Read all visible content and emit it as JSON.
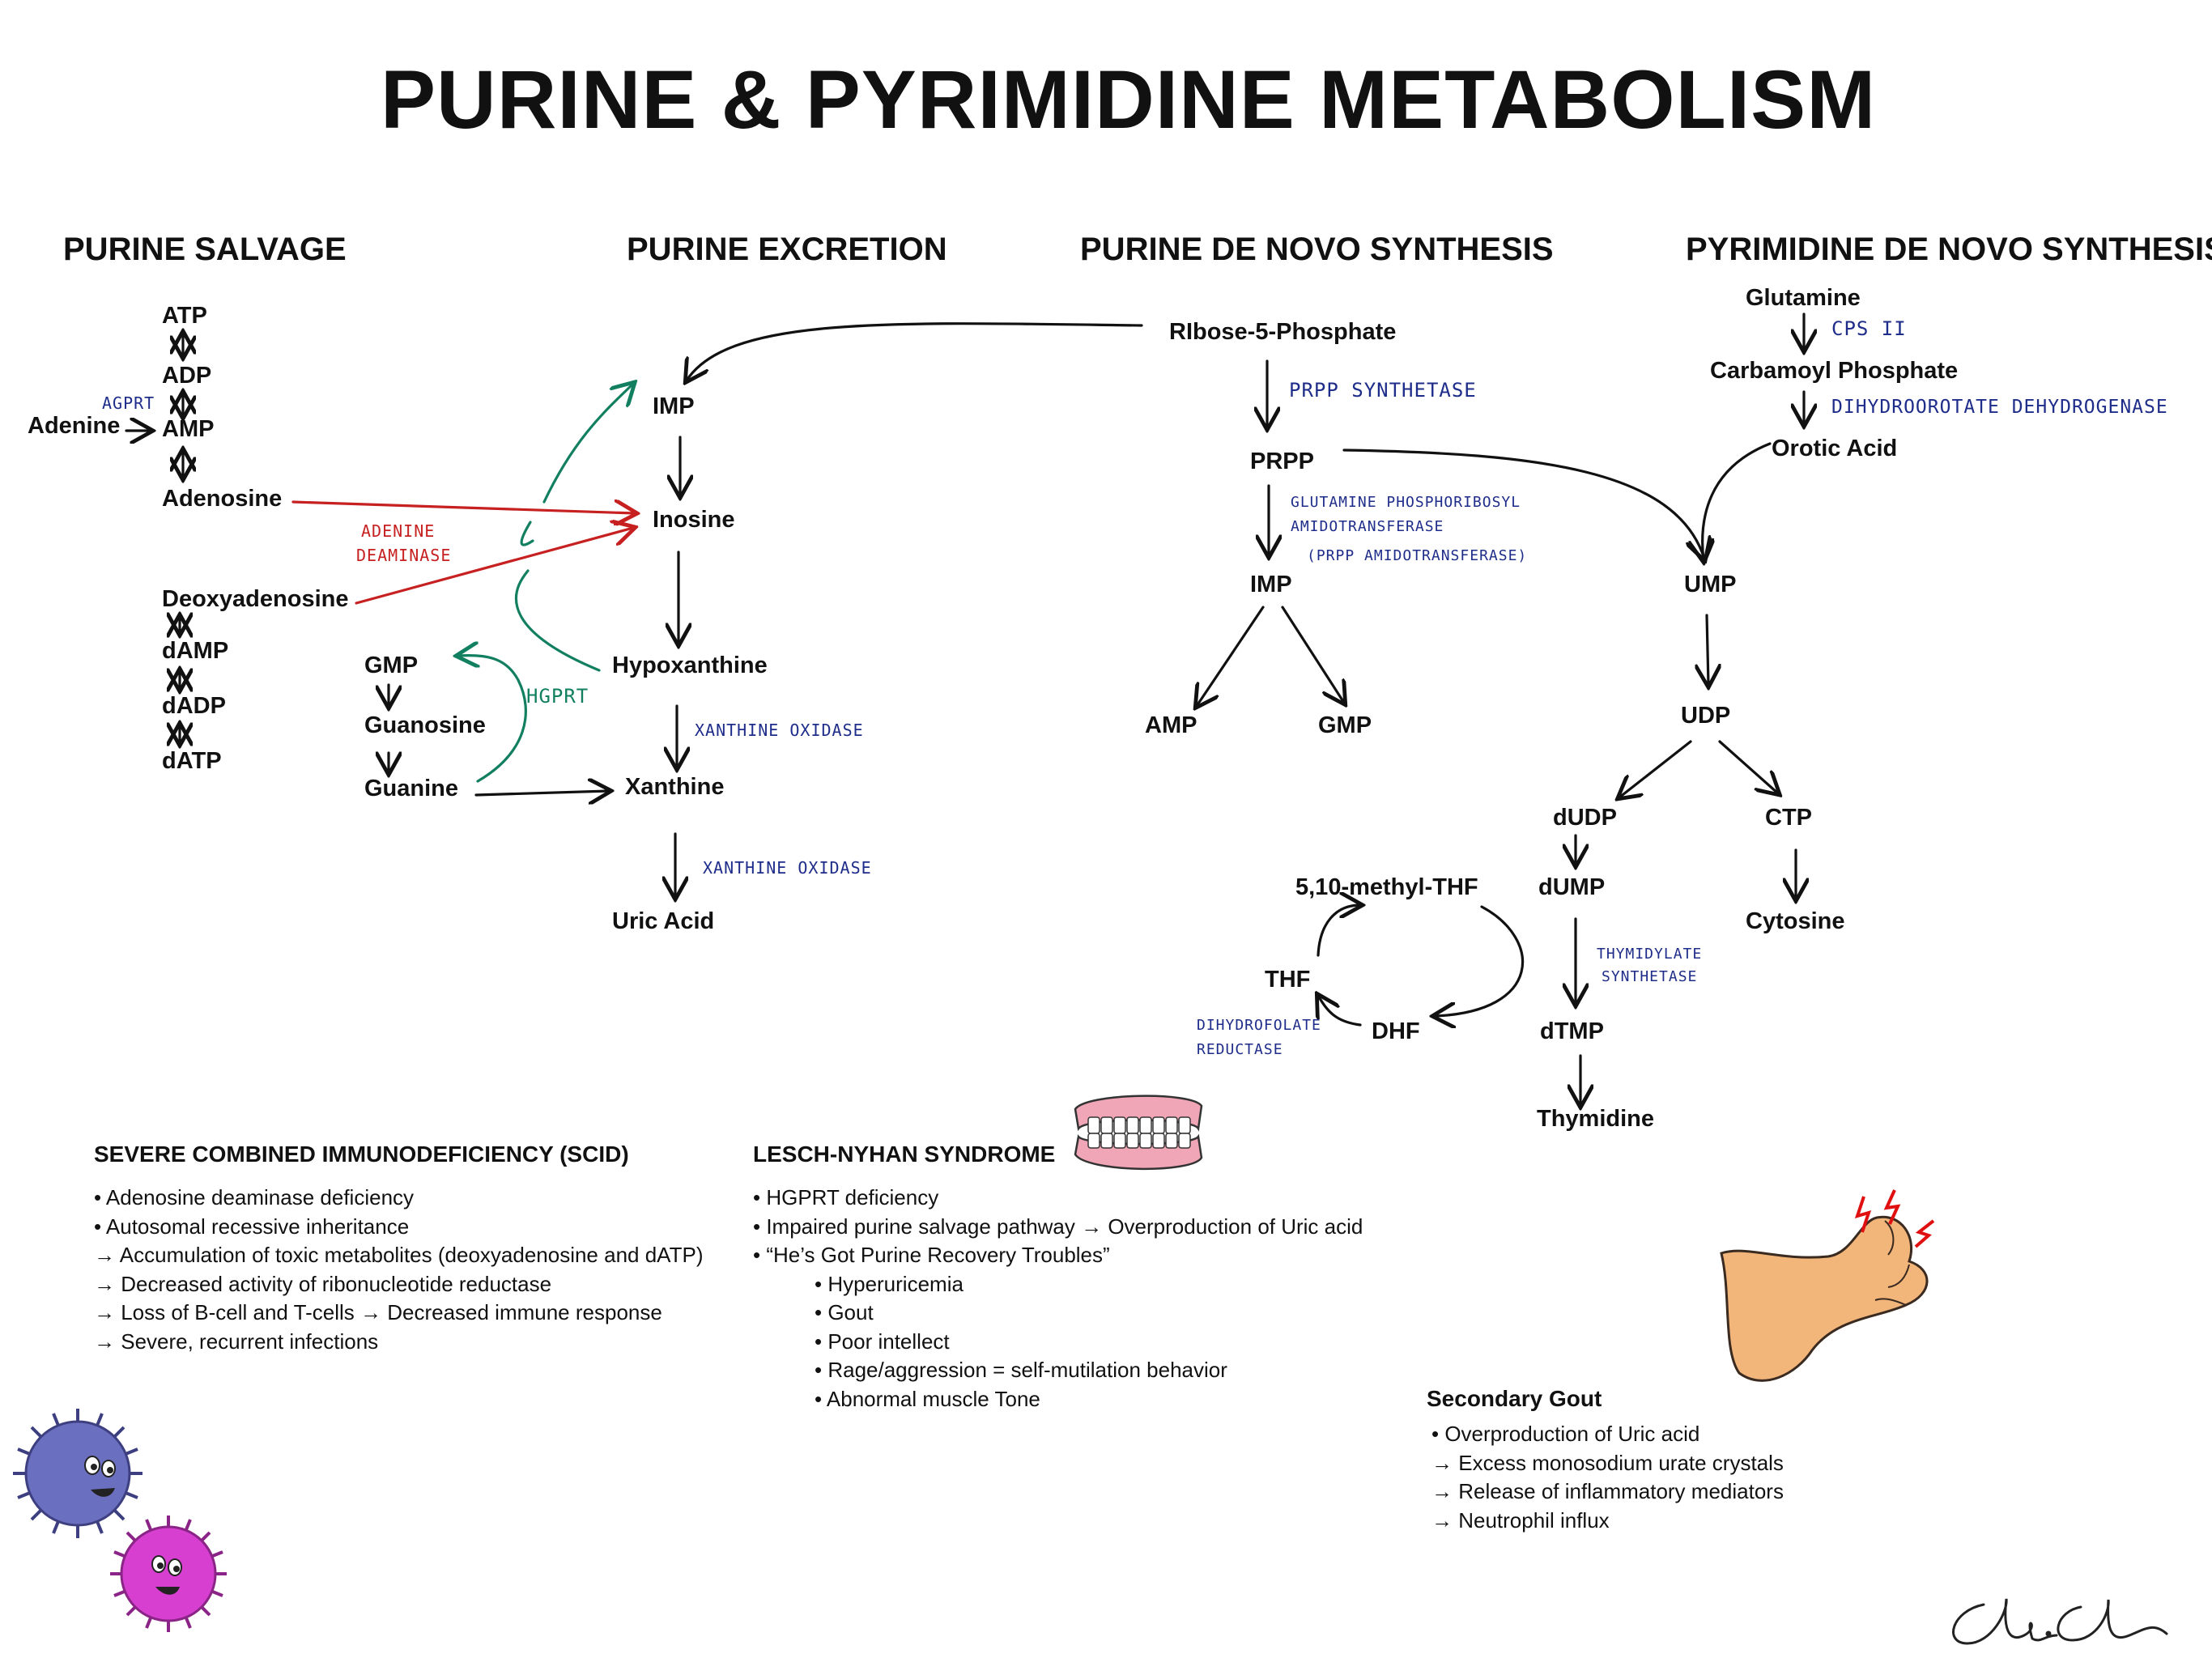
{
  "title": "PURINE & PYRIMIDINE METABOLISM",
  "sections": {
    "purine_salvage": "PURINE SALVAGE",
    "purine_excretion": "PURINE EXCRETION",
    "purine_de_novo": "PURINE DE NOVO SYNTHESIS",
    "pyrimidine_de_novo": "PYRIMIDINE DE NOVO SYNTHESIS"
  },
  "salvage": {
    "atp": "ATP",
    "adp": "ADP",
    "amp": "AMP",
    "adenine": "Adenine",
    "adenosine": "Adenosine",
    "deoxyadenosine": "Deoxyadenosine",
    "damp": "dAMP",
    "dadp": "dADP",
    "datp": "dATP",
    "gmp": "GMP",
    "guanosine": "Guanosine",
    "guanine": "Guanine"
  },
  "excretion": {
    "imp": "IMP",
    "inosine": "Inosine",
    "hypoxanthine": "Hypoxanthine",
    "xanthine": "Xanthine",
    "uric_acid": "Uric Acid"
  },
  "purine_dn": {
    "r5p": "RIbose-5-Phosphate",
    "prpp": "PRPP",
    "imp": "IMP",
    "amp": "AMP",
    "gmp": "GMP",
    "thf": "THF",
    "methyl_thf": "5,10-methyl-THF",
    "dhf": "DHF"
  },
  "pyrimidine_dn": {
    "glutamine": "Glutamine",
    "carbamoyl": "Carbamoyl Phosphate",
    "orotic": "Orotic Acid",
    "ump": "UMP",
    "udp": "UDP",
    "dudp": "dUDP",
    "ctp": "CTP",
    "dump": "dUMP",
    "cytosine": "Cytosine",
    "dtmp": "dTMP",
    "thymidine": "Thymidine"
  },
  "enzymes": {
    "agprt": "AGPRT",
    "adenine_deaminase_1": "ADENINE",
    "adenine_deaminase_2": "DEAMINASE",
    "hgprt": "HGPRT",
    "xo1": "XANTHINE OXIDASE",
    "xo2": "XANTHINE OXIDASE",
    "prpp_synthetase": "PRPP SYNTHETASE",
    "gpat_1": "GLUTAMINE PHOSPHORIBOSYL",
    "gpat_2": "AMIDOTRANSFERASE",
    "gpat_3": "(PRPP AMIDOTRANSFERASE)",
    "dhfr_1": "DIHYDROFOLATE",
    "dhfr_2": "REDUCTASE",
    "cps2": "CPS II",
    "dhodh": "DIHYDROOROTATE DEHYDROGENASE",
    "ts_1": "THYMIDYLATE",
    "ts_2": "SYNTHETASE"
  },
  "scid": {
    "heading": "SEVERE COMBINED IMMUNODEFICIENCY (SCID)",
    "lines": [
      "• Adenosine deaminase deficiency",
      "• Autosomal recessive inheritance",
      "→ Accumulation of toxic metabolites (deoxyadenosine and dATP)",
      "→ Decreased activity of ribonucleotide reductase",
      "→  Loss of B-cell and T-cells → Decreased immune response",
      "→  Severe, recurrent infections"
    ]
  },
  "lesch": {
    "heading": "LESCH-NYHAN SYNDROME",
    "lines": [
      "• HGPRT deficiency",
      "• Impaired purine salvage pathway → Overproduction of Uric acid",
      "• “He’s Got Purine Recovery Troubles”"
    ],
    "sub_lines": [
      "• Hyperuricemia",
      "• Gout",
      "• Poor intellect",
      "• Rage/aggression = self-mutilation behavior",
      "• Abnormal muscle Tone"
    ]
  },
  "gout": {
    "heading": "Secondary Gout",
    "lines": [
      "• Overproduction of Uric acid",
      "→ Excess monosodium urate crystals",
      "→ Release of inflammatory mediators",
      "→ Neutrophil influx"
    ]
  },
  "colors": {
    "text": "#111111",
    "enzyme_blue": "#1f2d8a",
    "adenine_deaminase_red": "#c62020",
    "hgprt_green": "#128060",
    "germ_purple": "#6b6fbf",
    "germ_pink": "#d63fd0",
    "foot": "#f2b57a",
    "teeth_gums": "#f0a6b6"
  },
  "icons": [
    "germ-purple-icon",
    "germ-pink-icon",
    "dentures-icon",
    "gout-foot-icon",
    "signature-icon"
  ]
}
